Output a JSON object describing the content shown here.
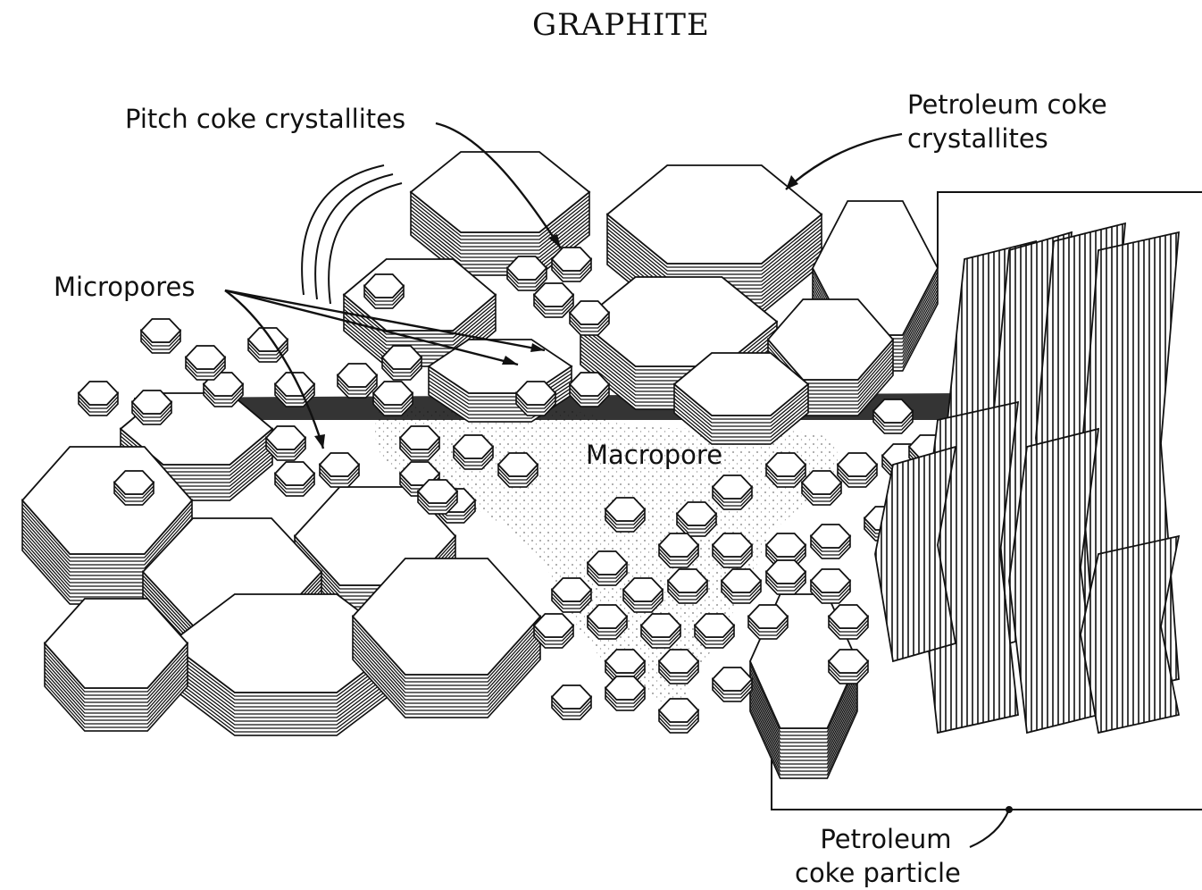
{
  "title": "GRAPHITE",
  "labels": {
    "pitch_coke": "Pitch coke crystallites",
    "petroleum_coke_crystallites_line1": "Petroleum coke",
    "petroleum_coke_crystallites_line2": "crystallites",
    "micropores": "Micropores",
    "macropore": "Macropore",
    "petroleum_coke_particle_line1": "Petroleum",
    "petroleum_coke_particle_line2": "coke particle"
  },
  "colors": {
    "ink": "#111111",
    "paper": "#ffffff",
    "stipple": "#888888"
  }
}
